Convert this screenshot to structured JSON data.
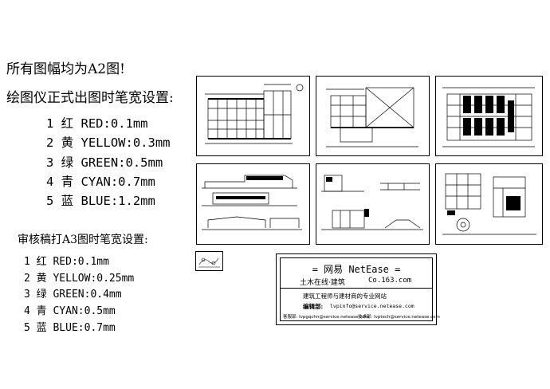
{
  "heading_a2": "所有图幅均为A2图!",
  "plotter_heading": "绘图仪正式出图时笔宽设置:",
  "plotter_pens": [
    "1 红 RED:0.1mm",
    "2 黄 YELLOW:0.3mm",
    "3 绿 GREEN:0.5mm",
    "4 青 CYAN:0.7mm",
    "5 蓝 BLUE:1.2mm"
  ],
  "review_heading": "审核稿打A3图时笔宽设置:",
  "review_pens": [
    "1 红 RED:0.1mm",
    "2 黄 YELLOW:0.25mm",
    "3 绿 GREEN:0.4mm",
    "4 青 CYAN:0.5mm",
    "5 蓝 BLUE:0.7mm"
  ],
  "title_block": {
    "title": "= 网易 NetEase =",
    "left": "土木在线·建筑",
    "right": "Co.163.com",
    "slogan": "建筑工程师与建材商的专业网站",
    "editor_label": "编辑部:",
    "editor_email": "lvpinfo@service.netease.com",
    "bottom_left": "客服部: lvpgqchn@service.netease.com",
    "bottom_right": "技术部: lvptech@service.netease.com"
  }
}
